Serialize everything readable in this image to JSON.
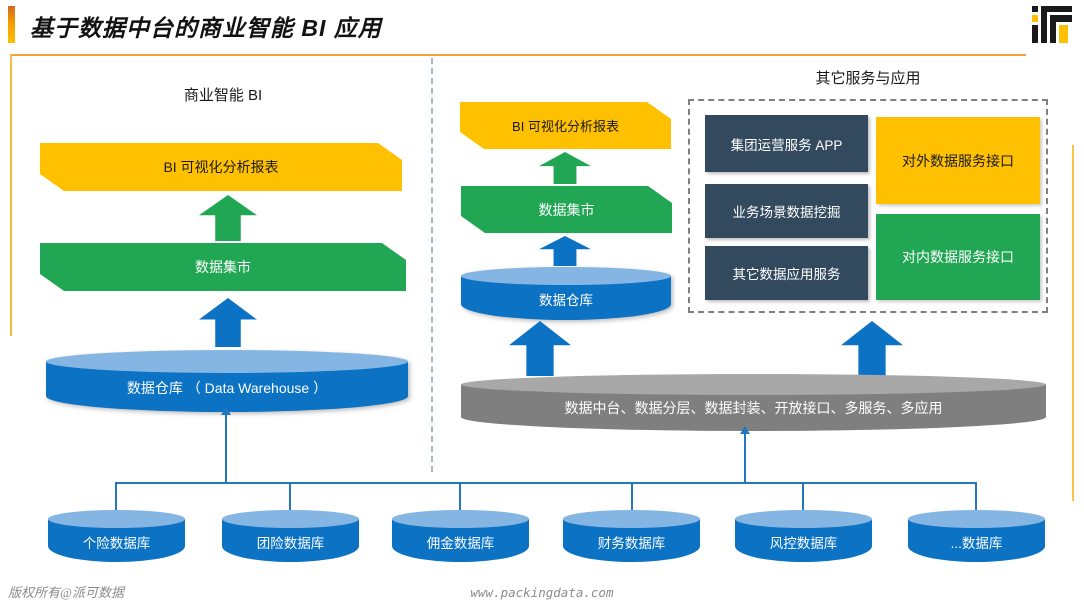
{
  "header": {
    "title": "基于数据中台的商业智能 BI 应用",
    "logo_name": "paike-data-logo"
  },
  "sections": {
    "bi": {
      "heading": "商业智能 BI",
      "report": "BI 可视化分析报表",
      "mart": "数据集市",
      "warehouse": "数据仓库 （ Data Warehouse ）"
    },
    "mid": {
      "report": "BI 可视化分析报表",
      "mart": "数据集市",
      "warehouse": "数据仓库"
    },
    "other": {
      "heading": "其它服务与应用",
      "services": [
        "集团运营服务 APP",
        "业务场景数据挖掘",
        "其它数据应用服务"
      ],
      "external_api": "对外数据服务接口",
      "internal_api": "对内数据服务接口"
    }
  },
  "platform": {
    "label": "数据中台、数据分层、数据封装、开放接口、多服务、多应用"
  },
  "databases": [
    "个险数据库",
    "团险数据库",
    "佣金数据库",
    "财务数据库",
    "风控数据库",
    "...数据库"
  ],
  "footer": {
    "copyright": "版权所有@派可数据",
    "website": "www.packingdata.com"
  },
  "colors": {
    "gold": "#FFC000",
    "green": "#21A753",
    "blue": "#0B72C4",
    "blue_light": "#85B5E2",
    "dark_slate": "#32495E",
    "platform_gray": "#7F7F7F",
    "platform_gray_light": "#A8A8A8",
    "accent_orange": "#F2A338",
    "connector_blue": "#2277BE"
  }
}
